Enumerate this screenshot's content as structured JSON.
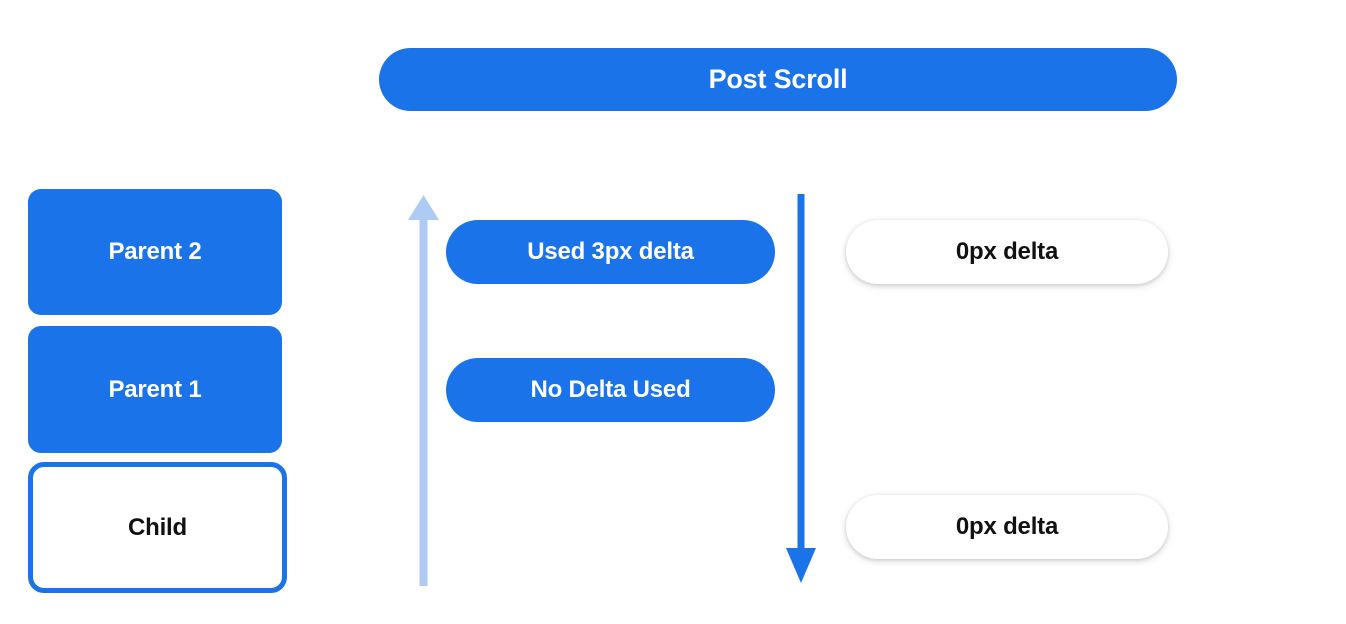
{
  "header": {
    "title": "Post Scroll"
  },
  "colors": {
    "blue": "#1a73e8",
    "light_blue": "#aecbf4",
    "white": "#ffffff",
    "text_dark": "#111111",
    "background": "#ffffff"
  },
  "scroll_chain": {
    "nodes": [
      {
        "label": "Parent 2",
        "style": "filled"
      },
      {
        "label": "Parent 1",
        "style": "filled"
      },
      {
        "label": "Child",
        "style": "outlined"
      }
    ]
  },
  "delta_column": {
    "pills": [
      {
        "label": "Used 3px delta"
      },
      {
        "label": "No Delta Used"
      }
    ]
  },
  "result_column": {
    "pills": [
      {
        "label": "0px delta"
      },
      {
        "label": "0px delta"
      }
    ]
  },
  "arrows": {
    "up": {
      "direction": "up",
      "color": "#aecbf4"
    },
    "down": {
      "direction": "down",
      "color": "#1a73e8"
    }
  }
}
